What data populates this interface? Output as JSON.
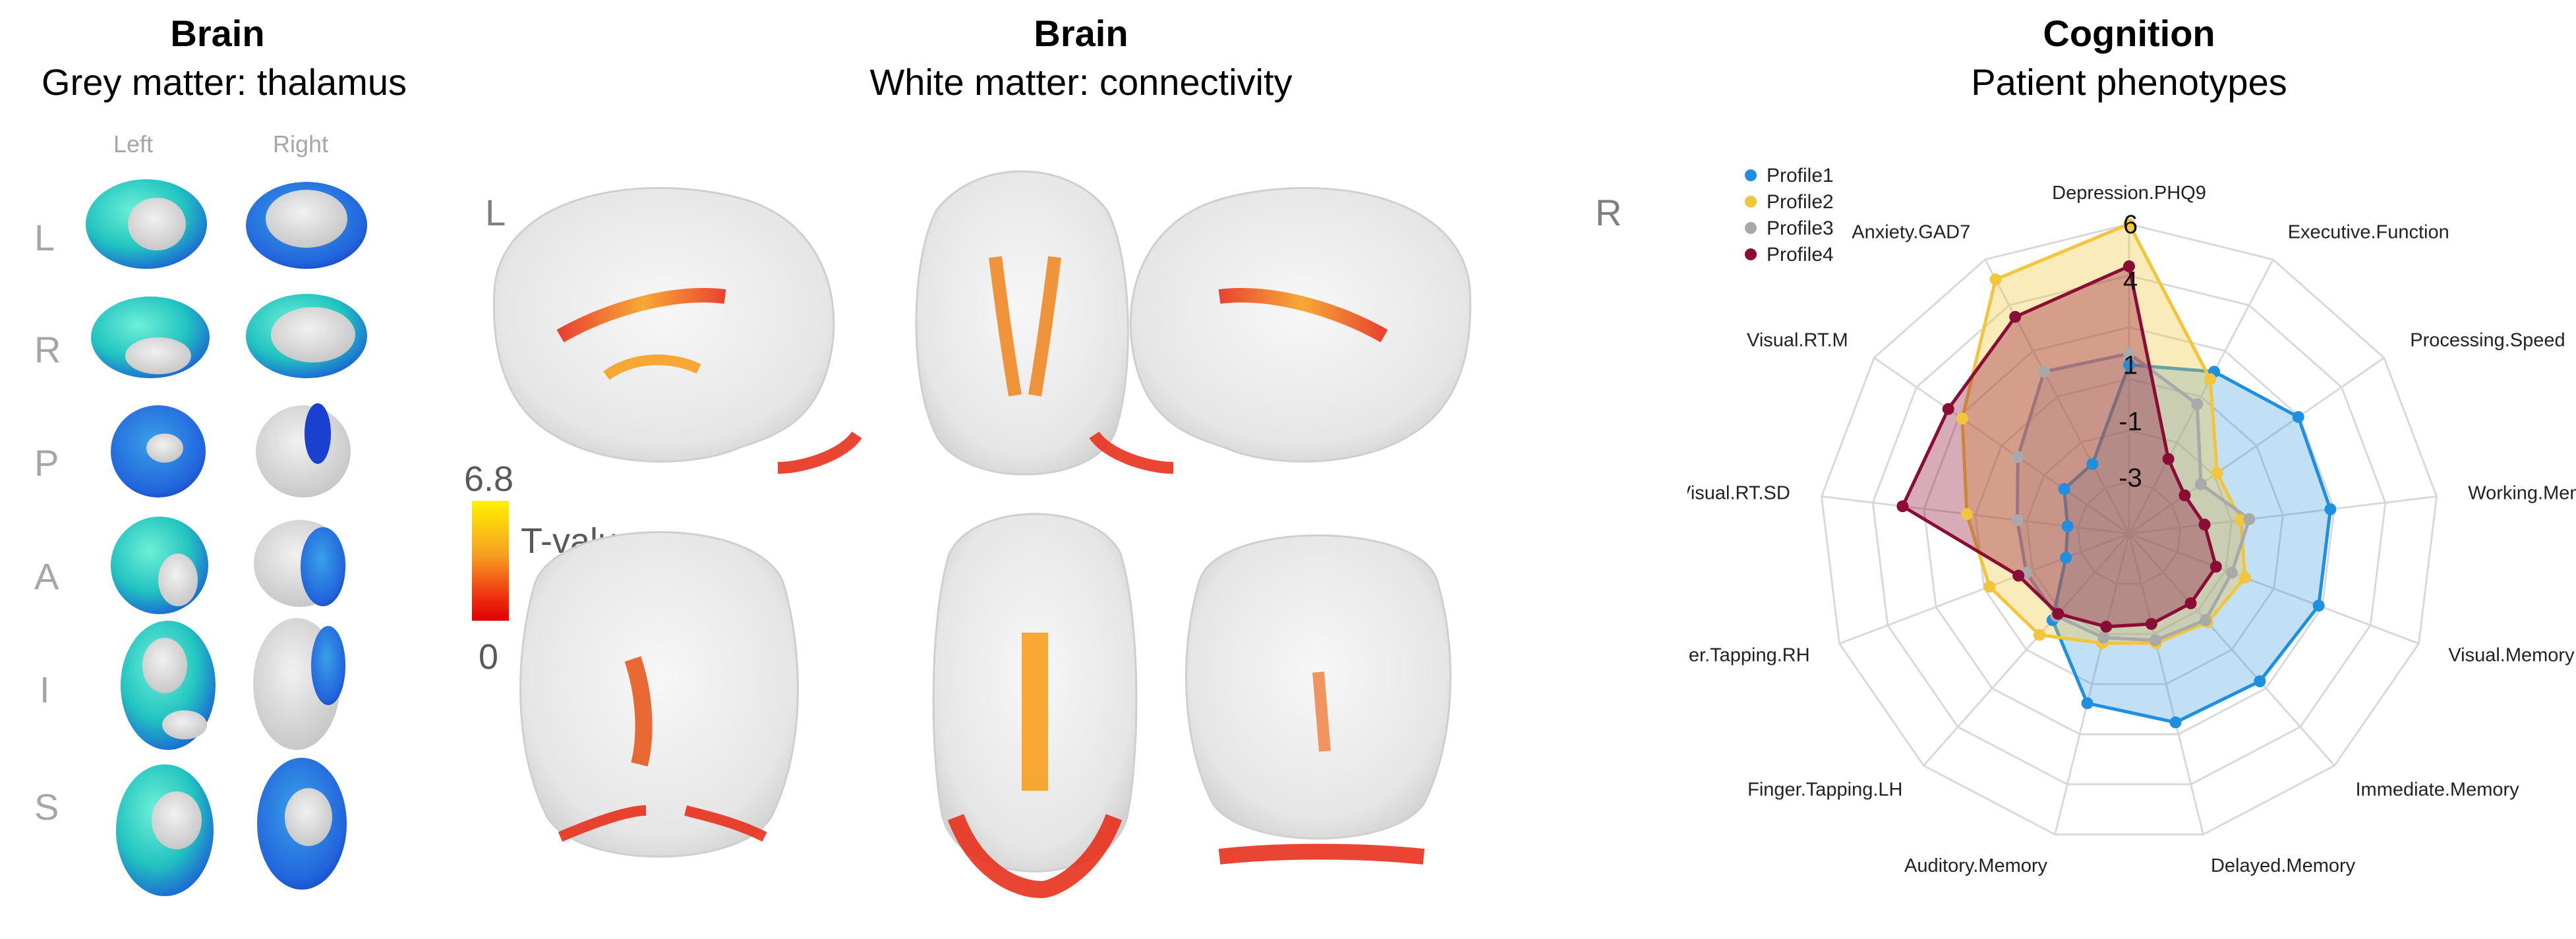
{
  "panels": {
    "thalamus": {
      "title": "Brain",
      "subtitle": "Grey matter: thalamus",
      "col_left": "Left",
      "col_right": "Right",
      "views": [
        "L",
        "R",
        "P",
        "A",
        "I",
        "S"
      ]
    },
    "connectivity": {
      "title": "Brain",
      "subtitle": "White matter: connectivity",
      "left_marker": "L",
      "right_marker": "R",
      "colorbar": {
        "max": "6.8",
        "min": "0",
        "label": "T-value"
      }
    },
    "cognition": {
      "title": "Cognition",
      "subtitle": "Patient phenotypes"
    }
  },
  "colors": {
    "profile1": "#1f8fe0",
    "profile2": "#f2c53d",
    "profile3": "#a9a9a9",
    "profile4": "#8b0d35",
    "thalamus_teal": "#2fd0b8",
    "thalamus_blue": "#1a50d8",
    "tract_hot": "#e8301c",
    "tract_warm": "#f7a020"
  },
  "chart_data": {
    "type": "radar",
    "axes": [
      "Depression.PHQ9",
      "Executive.Function",
      "Processing.Speed",
      "Working.Memory",
      "Visual.Memory",
      "Immediate.Memory",
      "Delayed.Memory",
      "Auditory.Memory",
      "Finger.Tapping.LH",
      "Finger.Tapping.RH",
      "Visual.RT.SD",
      "Visual.RT.M",
      "Anxiety.GAD7"
    ],
    "tick_labels": [
      "-3",
      "-1",
      "1",
      "4",
      "6"
    ],
    "series": [
      {
        "name": "Profile1",
        "values": [
          1.0,
          1.5,
          2.3,
          2.2,
          2.2,
          2.0,
          1.9,
          1.2,
          -0.9,
          -2.6,
          -2.8,
          -2.2,
          -2.2
        ]
      },
      {
        "name": "Profile2",
        "values": [
          6.0,
          1.2,
          -1.2,
          -1.0,
          -0.6,
          -0.8,
          -1.0,
          -1.0,
          -0.2,
          0.3,
          0.8,
          2.2,
          5.2
        ]
      },
      {
        "name": "Profile3",
        "values": [
          1.4,
          0.2,
          -1.9,
          -0.7,
          -1.1,
          -0.9,
          -1.1,
          -1.2,
          -1.1,
          -1.1,
          -1.0,
          -0.2,
          1.5
        ]
      },
      {
        "name": "Profile4",
        "values": [
          4.5,
          -2.0,
          -2.6,
          -2.3,
          -1.7,
          -1.7,
          -1.7,
          -1.6,
          -1.2,
          -0.8,
          3.1,
          2.8,
          3.7
        ]
      }
    ]
  }
}
